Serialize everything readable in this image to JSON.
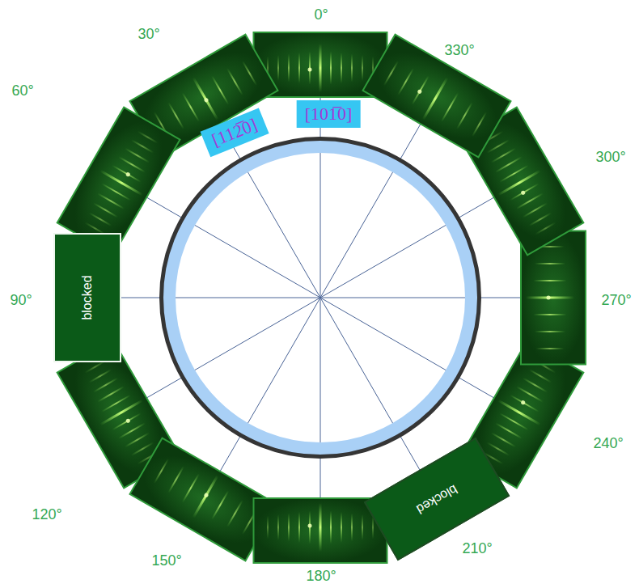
{
  "diagram": {
    "nodes": [
      {
        "text": [
          "[101̅0]"
        ]
      },
      {
        "text": [
          "[112̅0]"
        ]
      },
      {
        "text": [
          "blocked"
        ]
      },
      {
        "text": [
          "blocked"
        ]
      }
    ],
    "labels": [
      "0°",
      "30°",
      "60°",
      "90°",
      "120°",
      "150°",
      "180°",
      "210°",
      "240°",
      "270°",
      "300°",
      "330°"
    ]
  }
}
